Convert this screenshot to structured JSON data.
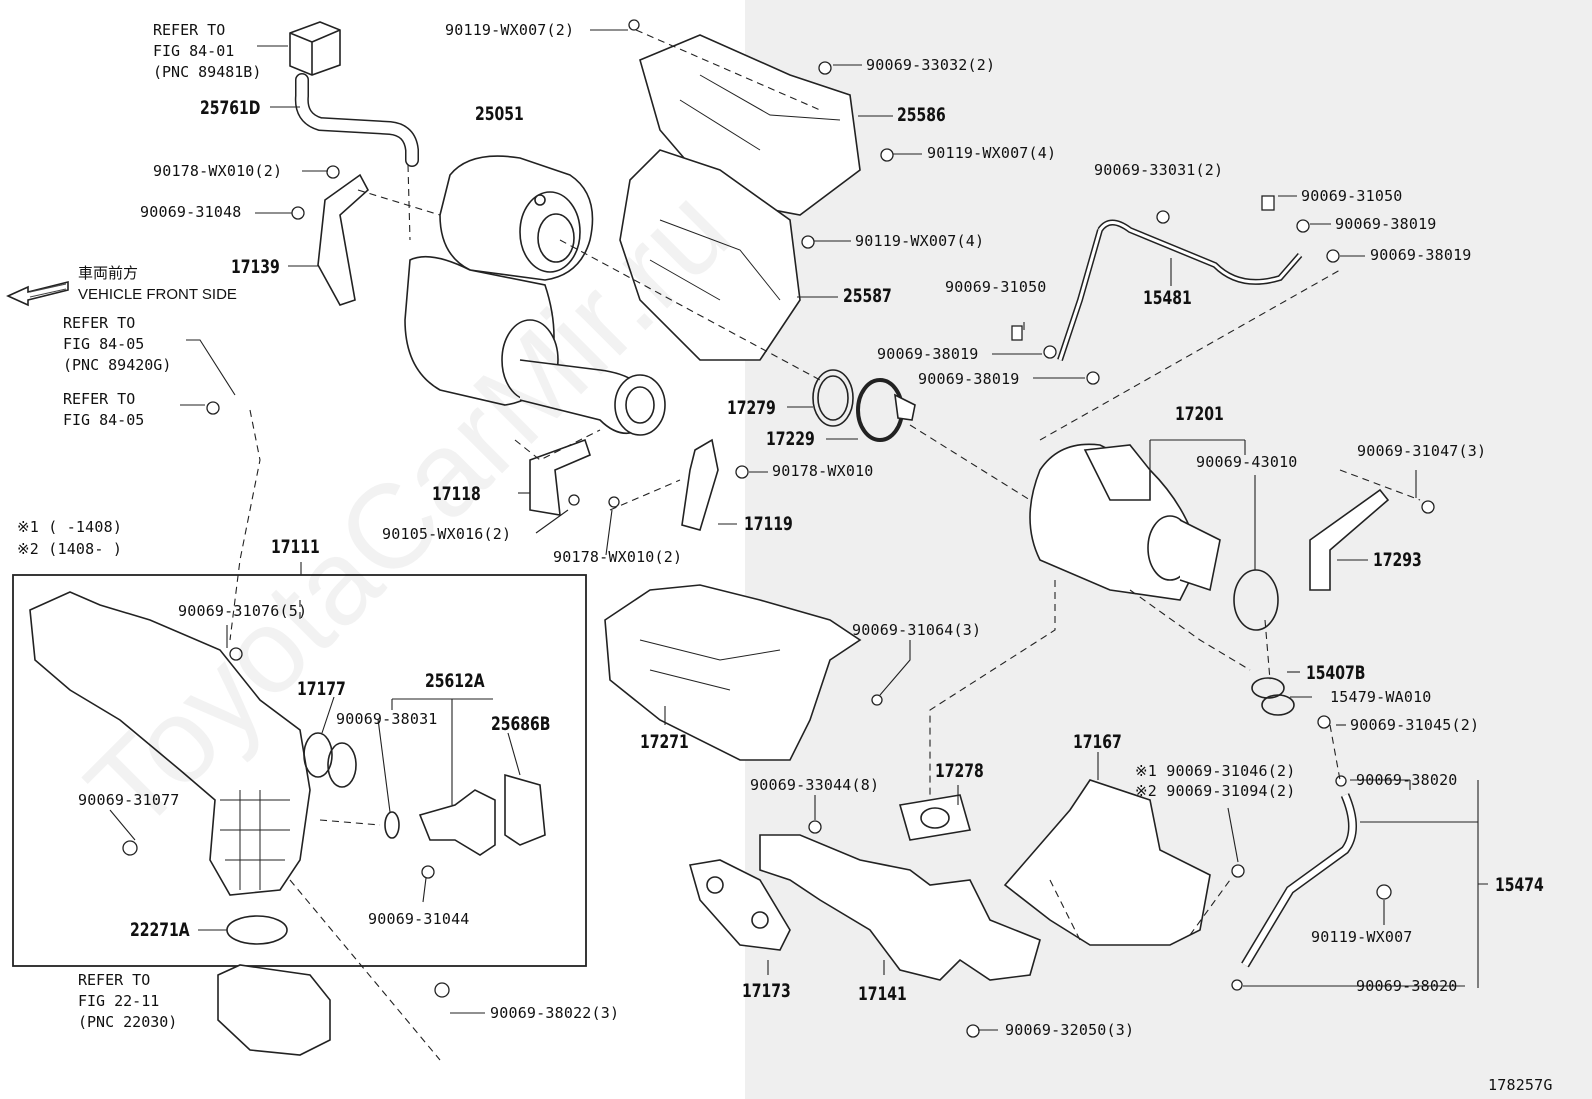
{
  "refs": {
    "fig8401": [
      "REFER TO",
      "FIG 84-01",
      "(PNC 89481B)"
    ],
    "fig8405a": [
      "REFER TO",
      "FIG 84-05",
      "(PNC 89420G)"
    ],
    "fig8405b": [
      "REFER TO",
      "FIG 84-05"
    ],
    "fig2211": [
      "REFER TO",
      "FIG 22-11",
      "(PNC 22030)"
    ]
  },
  "notes": {
    "front_jp": "車両前方",
    "front_en": "VEHICLE FRONT SIDE",
    "date1": "※1 (     -1408)",
    "date2": "※2 (1408-     )"
  },
  "parts": {
    "p25761D": "25761D",
    "p25051": "25051",
    "p25586": "25586",
    "p25587": "25587",
    "p17139": "17139",
    "p15481": "15481",
    "p17279": "17279",
    "p17229": "17229",
    "p17201": "17201",
    "p17118": "17118",
    "p17119": "17119",
    "p17293": "17293",
    "p17111": "17111",
    "p17177": "17177",
    "p25612A": "25612A",
    "p25686B": "25686B",
    "p17271": "17271",
    "p15407B": "15407B",
    "p17167": "17167",
    "p17278": "17278",
    "p22271A": "22271A",
    "p17173": "17173",
    "p17141": "17141",
    "p15474": "15474"
  },
  "fasteners": {
    "f1": "90119-WX007(2)",
    "f2": "90069-33032(2)",
    "f3": "90119-WX007(4)",
    "f4": "90178-WX010(2)",
    "f5": "90069-31048",
    "f6": "90069-33031(2)",
    "f7": "90069-31050",
    "f8": "90069-38019",
    "f9": "90069-38019",
    "f10": "90119-WX007(4)",
    "f11": "90069-31050",
    "f12": "90069-38019",
    "f13": "90069-38019",
    "f14": "90069-43010",
    "f15": "90069-31047(3)",
    "f16": "90178-WX010",
    "f17": "90105-WX016(2)",
    "f18": "90178-WX010(2)",
    "f19": "90069-31076(5)",
    "f20": "90069-38031",
    "f21": "90069-31077",
    "f22": "90069-31044",
    "f23": "90069-31064(3)",
    "f24": "15479-WA010",
    "f25": "90069-31045(2)",
    "f26": "90069-33044(8)",
    "f27": "※1 90069-31046(2)",
    "f28": "※2 90069-31094(2)",
    "f29": "90069-38020",
    "f30": "90119-WX007",
    "f31": "90069-38020",
    "f32": "90069-38022(3)",
    "f33": "90069-32050(3)"
  },
  "figure_id": "178257G",
  "watermark": "ToyotaCarMir.ru"
}
